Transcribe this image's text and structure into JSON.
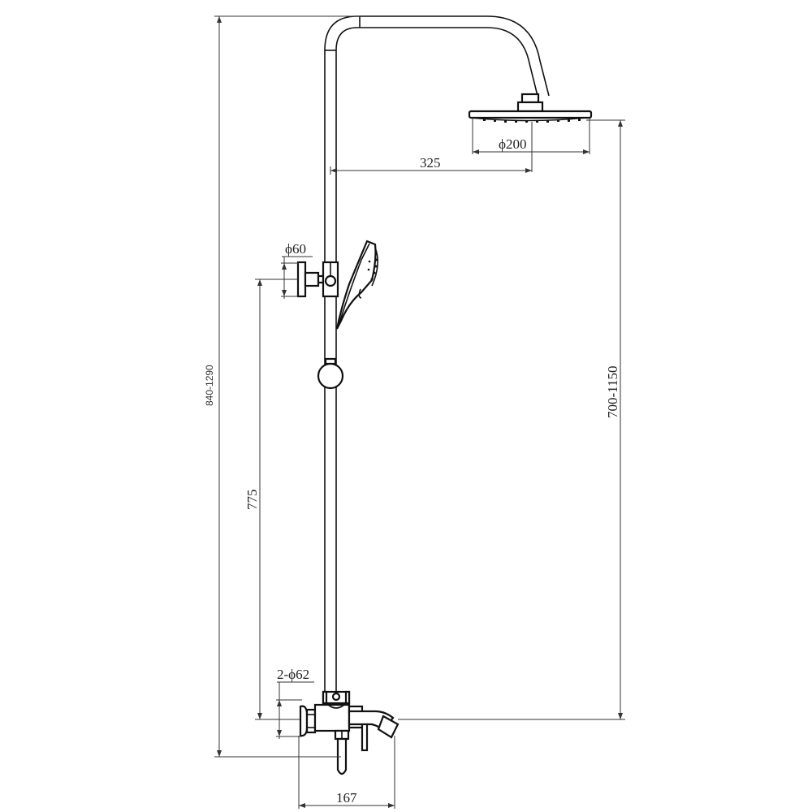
{
  "drawing": {
    "title": "Shower column technical drawing",
    "line_color": "#111111",
    "background": "#ffffff"
  },
  "dimensions": {
    "total_height": "840-1290",
    "head_height_range": "700-1150",
    "arm_reach": "325",
    "head_diameter": "ϕ200",
    "holder_flange_diameter": "ϕ60",
    "holder_to_mixer": "775",
    "mixer_flanges": "2-ϕ62",
    "mixer_projection": "167"
  },
  "components": [
    {
      "name": "overhead-shower-head",
      "label": "Overhead shower head"
    },
    {
      "name": "shower-arm",
      "label": "Curved shower arm"
    },
    {
      "name": "riser-rail",
      "label": "Vertical riser rail"
    },
    {
      "name": "hand-shower",
      "label": "Hand shower"
    },
    {
      "name": "hand-shower-holder",
      "label": "Wall bracket / slider holder"
    },
    {
      "name": "rail-knob",
      "label": "Rail slider knob"
    },
    {
      "name": "bath-mixer",
      "label": "Bath/shower mixer with spout"
    }
  ]
}
